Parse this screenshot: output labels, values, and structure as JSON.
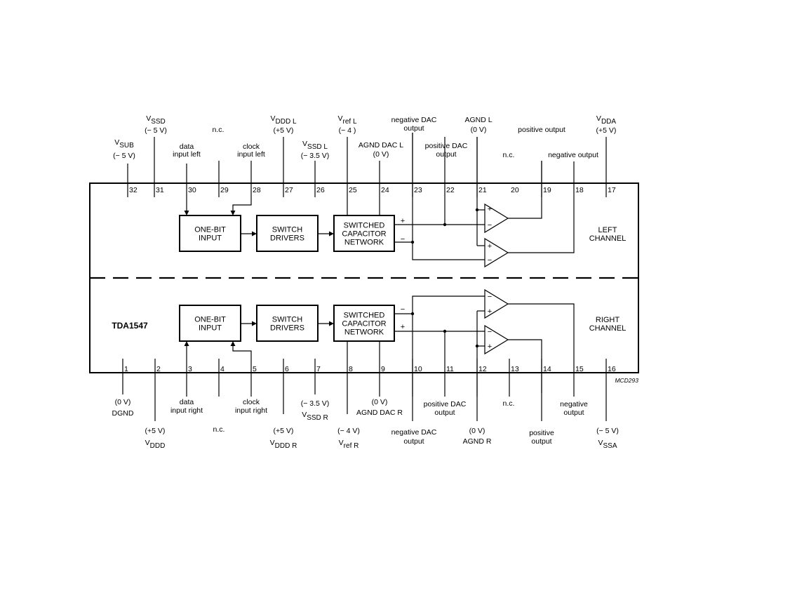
{
  "device": "TDA1547",
  "drawing_code": "MCD293",
  "channels": {
    "left": [
      "LEFT",
      "CHANNEL"
    ],
    "right": [
      "RIGHT",
      "CHANNEL"
    ]
  },
  "blocks": {
    "one_bit_input": [
      "ONE-BIT",
      "INPUT"
    ],
    "switch_drivers": [
      "SWITCH",
      "DRIVERS"
    ],
    "switched_capacitor_network": [
      "SWITCHED",
      "CAPACITOR",
      "NETWORK"
    ]
  },
  "signs": {
    "plus": "+",
    "minus": "−"
  },
  "top_pins": [
    {
      "num": "32",
      "label": [
        "V<sub>SUB</sub>",
        "(− 5 V)"
      ]
    },
    {
      "num": "31",
      "label": [
        "V<sub>SSD</sub>",
        "(− 5 V)"
      ]
    },
    {
      "num": "30",
      "label": [
        "data",
        "input left"
      ]
    },
    {
      "num": "29",
      "label": [
        "n.c."
      ]
    },
    {
      "num": "28",
      "label": [
        "clock",
        "input left"
      ]
    },
    {
      "num": "27",
      "label": [
        "V<sub>DDD L</sub>",
        "(+5 V)"
      ]
    },
    {
      "num": "26",
      "label": [
        "V<sub>SSD L</sub>",
        "(− 3.5 V)"
      ]
    },
    {
      "num": "25",
      "label": [
        "V<sub>ref L</sub>",
        "(− 4 )"
      ]
    },
    {
      "num": "24",
      "label": [
        "AGND DAC L",
        "(0 V)"
      ]
    },
    {
      "num": "23",
      "label": [
        "negative DAC",
        "output"
      ]
    },
    {
      "num": "22",
      "label": [
        "positive DAC",
        "output"
      ]
    },
    {
      "num": "21",
      "label": [
        "AGND L",
        "(0 V)"
      ]
    },
    {
      "num": "20",
      "label": [
        "n.c."
      ]
    },
    {
      "num": "19",
      "label": [
        "positive output"
      ]
    },
    {
      "num": "18",
      "label": [
        "negative output"
      ]
    },
    {
      "num": "17",
      "label": [
        "V<sub>DDA</sub>",
        "(+5 V)"
      ]
    }
  ],
  "bottom_pins": [
    {
      "num": "1",
      "label": [
        "(0 V)",
        "DGND"
      ]
    },
    {
      "num": "2",
      "label": [
        "(+5 V)",
        "V<sub>DDD</sub>"
      ]
    },
    {
      "num": "3",
      "label": [
        "data",
        "input right"
      ]
    },
    {
      "num": "4",
      "label": [
        "n.c."
      ]
    },
    {
      "num": "5",
      "label": [
        "clock",
        "input right"
      ]
    },
    {
      "num": "6",
      "label": [
        "(+5 V)",
        "V<sub>DDD R</sub>"
      ]
    },
    {
      "num": "7",
      "label": [
        "(− 3.5 V)",
        "V<sub>SSD R</sub>"
      ]
    },
    {
      "num": "8",
      "label": [
        "(− 4 V)",
        "V<sub>ref R</sub>"
      ]
    },
    {
      "num": "9",
      "label": [
        "(0 V)",
        "AGND DAC R"
      ]
    },
    {
      "num": "10",
      "label": [
        "negative DAC",
        "output"
      ]
    },
    {
      "num": "11",
      "label": [
        "positive DAC",
        "output"
      ]
    },
    {
      "num": "12",
      "label": [
        "(0 V)",
        "AGND R"
      ]
    },
    {
      "num": "13",
      "label": [
        "n.c."
      ]
    },
    {
      "num": "14",
      "label": [
        "positive",
        "output"
      ]
    },
    {
      "num": "15",
      "label": [
        "negative",
        "output"
      ]
    },
    {
      "num": "16",
      "label": [
        "(− 5 V)",
        "V<sub>SSA</sub>"
      ]
    }
  ]
}
